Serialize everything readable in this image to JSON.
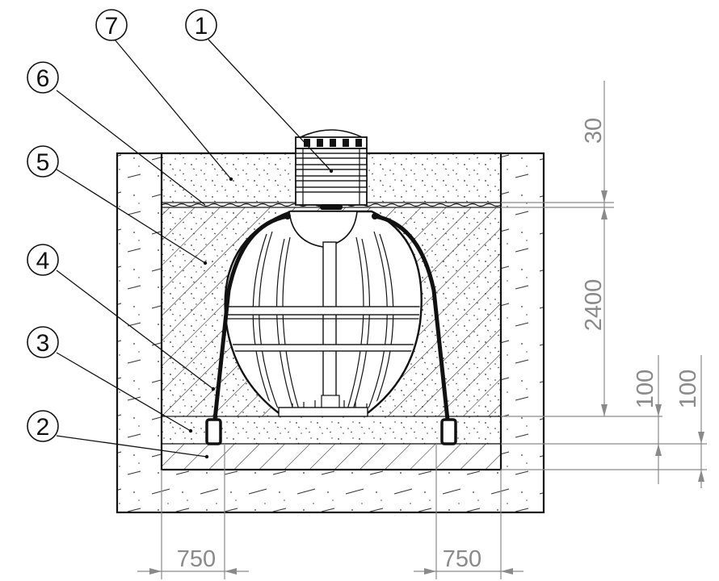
{
  "callouts": [
    {
      "id": "1",
      "label": "1"
    },
    {
      "id": "2",
      "label": "2"
    },
    {
      "id": "3",
      "label": "3"
    },
    {
      "id": "4",
      "label": "4"
    },
    {
      "id": "5",
      "label": "5"
    },
    {
      "id": "6",
      "label": "6"
    },
    {
      "id": "7",
      "label": "7"
    }
  ],
  "dimensions": {
    "top_cover": "30",
    "tank_depth": "2400",
    "layer_a": "100",
    "layer_b": "100",
    "left_clearance": "750",
    "right_clearance": "750"
  }
}
